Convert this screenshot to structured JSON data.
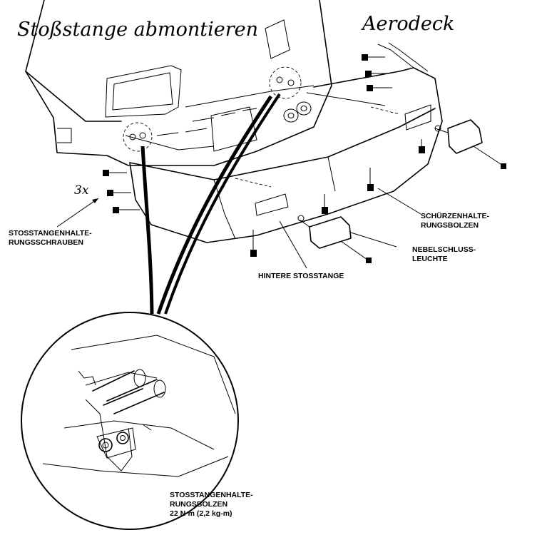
{
  "title_left": "Stoßstange abmontieren",
  "title_right": "Aerodeck",
  "count_note": "3x",
  "labels": {
    "bumper_screws": [
      "STOSSTANGENHALTE-",
      "RUNGSSCHRAUBEN"
    ],
    "rear_bumper": "HINTERE STOSSTANGE",
    "apron_bolts": [
      "SCHÜRZENHALTE-",
      "RUNGSBOLZEN"
    ],
    "fog_light": [
      "NEBELSCHLUSS-",
      "LEUCHTE"
    ],
    "bumper_bolts": [
      "STOSSTANGENHALTE-",
      "RUNGSBOLZEN",
      "22 N·m (2,2 kg-m)"
    ]
  }
}
